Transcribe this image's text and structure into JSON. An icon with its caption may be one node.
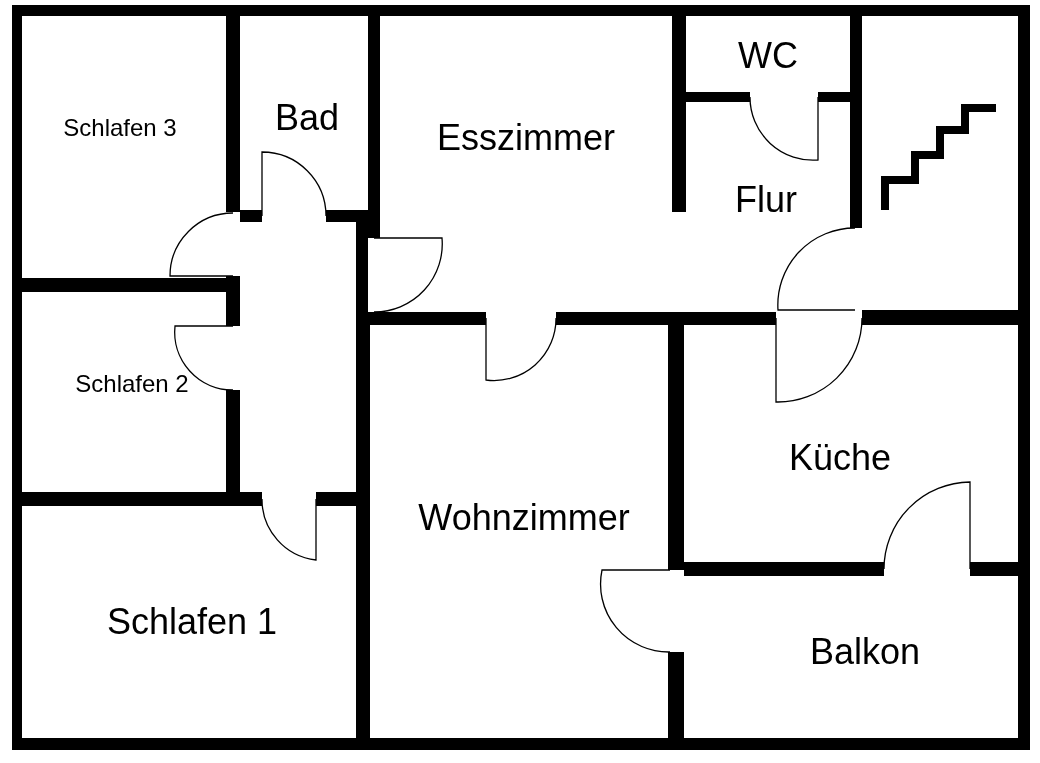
{
  "diagram": {
    "nodes": [
      {
        "text": [
          "Schlafen 3"
        ]
      },
      {
        "text": [
          "Bad"
        ]
      },
      {
        "text": [
          "Esszimmer"
        ]
      },
      {
        "text": [
          "WC"
        ]
      },
      {
        "text": [],
        "shape": "box"
      },
      {
        "text": [
          "Flur"
        ]
      },
      {
        "text": [],
        "shape": "box"
      },
      {
        "text": [
          "Schlafen 2"
        ]
      },
      {
        "text": [
          "Wohnzimmer"
        ]
      },
      {
        "text": [
          "Küche"
        ]
      },
      {
        "text": [
          "Schlafen 1"
        ]
      },
      {
        "text": [
          "Balkon"
        ]
      }
    ]
  }
}
